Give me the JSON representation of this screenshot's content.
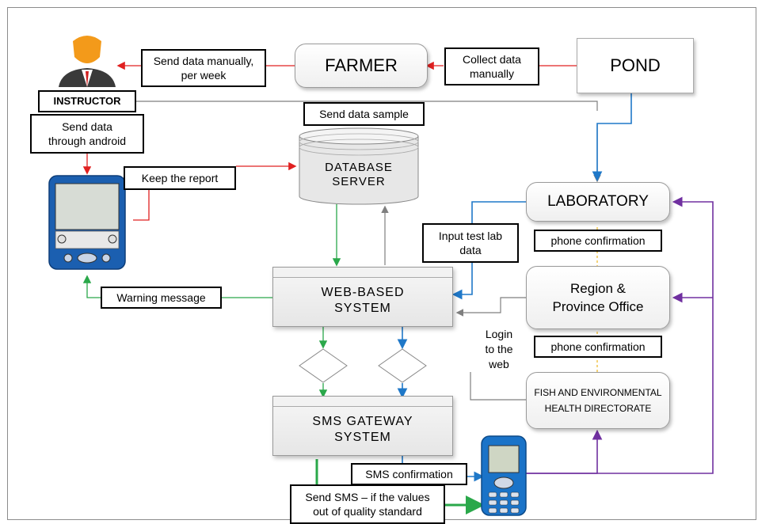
{
  "nodes": {
    "farmer": "FARMER",
    "pond": "POND",
    "instructor": "INSTRUCTOR",
    "database_line1": "DATABASE",
    "database_line2": "SERVER",
    "laboratory": "LABORATORY",
    "web_system_line1": "WEB-BASED",
    "web_system_line2": "SYSTEM",
    "region_line1": "Region &",
    "region_line2": "Province Office",
    "directorate_line1": "FISH AND ENVIRONMENTAL",
    "directorate_line2": "HEALTH DIRECTORATE",
    "sms_gateway_line1": "SMS GATEWAY",
    "sms_gateway_line2": "SYSTEM"
  },
  "labels": {
    "send_manually_1": "Send data manually,",
    "send_manually_2": "per week",
    "collect_1": "Collect data",
    "collect_2": "manually",
    "send_sample": "Send data sample",
    "send_android_1": "Send data",
    "send_android_2": "through android",
    "keep_report": "Keep the report",
    "input_lab_1": "Input test lab",
    "input_lab_2": "data",
    "phone_confirm_1": "phone confirmation",
    "phone_confirm_2": "phone confirmation",
    "login_1": "Login",
    "login_2": "to the",
    "login_3": "web",
    "warning": "Warning message",
    "sms_confirm": "SMS confirmation",
    "send_sms_1": "Send SMS – if the values",
    "send_sms_2": "out of quality standard"
  },
  "colors": {
    "red": "#e02020",
    "green": "#2aa84a",
    "blue": "#1f78c8",
    "purple": "#7030a0",
    "gray": "#7f7f7f",
    "gold": "#f0c040"
  },
  "icons": {
    "instructor": "person-icon",
    "pda": "pda-device-icon",
    "phone": "mobile-phone-icon"
  }
}
